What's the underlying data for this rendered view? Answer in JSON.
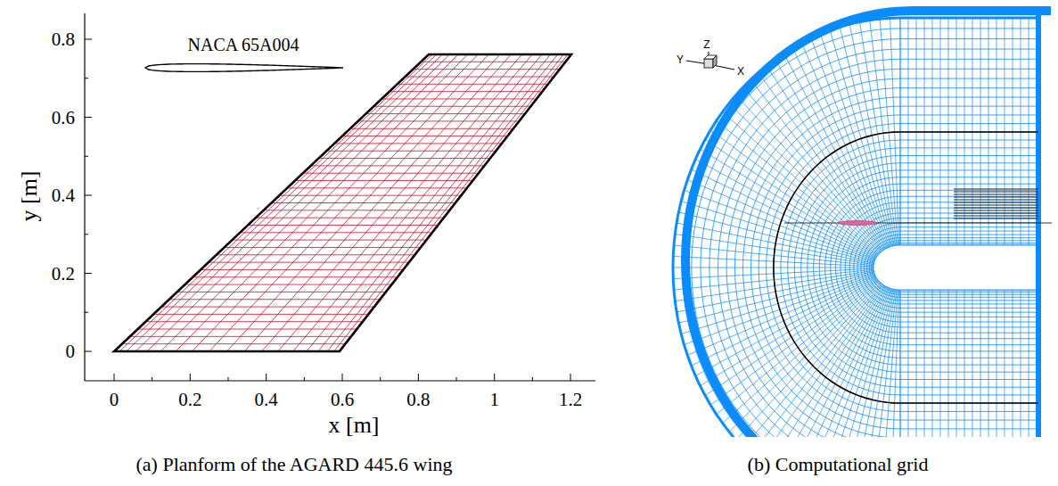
{
  "diagram": {
    "labels": [
      "NACA 65A004",
      "0.8",
      "0.6",
      "0.4",
      "0.2",
      "0",
      "0",
      "0.2",
      "0.4",
      "0.6",
      "0.8",
      "1",
      "1.2",
      "y [m]",
      "x [m]",
      "Z",
      "Y",
      "X",
      "(a) Planform of the AGARD 445.6 wing",
      "(b) Computational grid"
    ]
  }
}
